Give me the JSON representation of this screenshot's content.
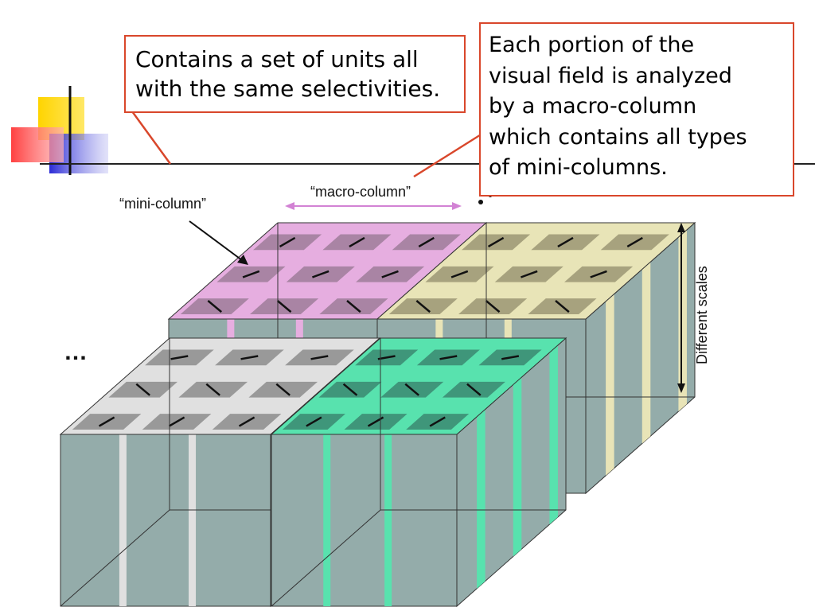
{
  "callouts": {
    "left": "Contains a set of units all\nwith the same selectivities.",
    "right": "Each portion of the\nvisual field is analyzed\nby a macro-column\nwhich contains all types\nof mini-columns."
  },
  "diagram": {
    "mini_column_label": "“mini-column”",
    "macro_column_label": "“macro-column”",
    "scales_label": "Different scales",
    "ellipsis": "…"
  },
  "colors": {
    "accent_red": "#d9472b",
    "purple_top": "#a984a4",
    "purple_strip": "#e6aee0",
    "khaki_top": "#a7a27e",
    "khaki_strip": "#e8e4b7",
    "gray_top": "#999999",
    "gray_strip": "#e0e0e0",
    "green_top": "#3f967a",
    "green_strip": "#58e2ae",
    "side_face": "#94acaa",
    "macro_arrow": "#d282d4"
  }
}
